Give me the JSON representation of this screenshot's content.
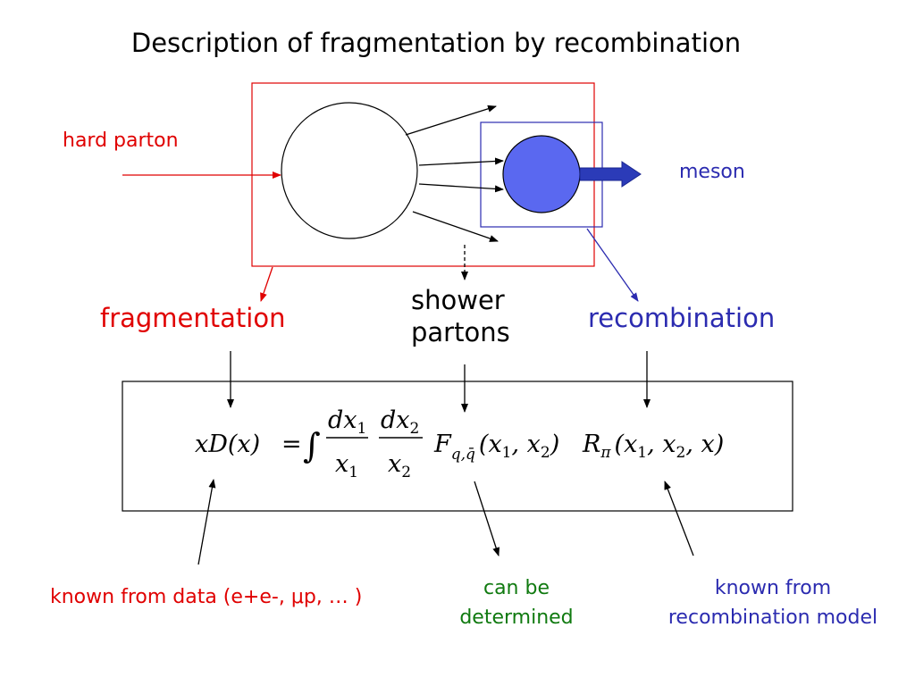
{
  "title": "Description of fragmentation by recombination",
  "labels": {
    "hard_parton": "hard parton",
    "meson": "meson",
    "fragmentation": "fragmentation",
    "recombination": "recombination",
    "shower_line1": "shower",
    "shower_line2": "partons"
  },
  "annotations": {
    "known_from_data": "known from data (e+e-, μp, … )",
    "can_be_line1": "can be",
    "can_be_line2": "determined",
    "known_from_line1": "known from",
    "known_from_line2": "recombination model"
  },
  "formula": {
    "lhs": "xD(x)",
    "equals": "=",
    "integral": "∫",
    "num1": "dx",
    "num1_sub": "1",
    "den1": "x",
    "den1_sub": "1",
    "num2": "dx",
    "num2_sub": "2",
    "den2": "x",
    "den2_sub": "2",
    "F": "F",
    "F_sub": "q,q̄",
    "F_args": "(x",
    "F_args_sub1": "1",
    "F_args_mid": ", x",
    "F_args_sub2": "2",
    "F_args_end": ")",
    "R": "R",
    "R_sub": "π",
    "R_args": "(x",
    "R_args_sub1": "1",
    "R_args_mid": ", x",
    "R_args_sub2": "2",
    "R_args_end": ", x)"
  },
  "colors": {
    "red": "#e00000",
    "blue": "#2b2bb0",
    "green": "#107a10",
    "meson_fill": "#5a68f0",
    "meson_arrow": "#2b3bb8"
  }
}
